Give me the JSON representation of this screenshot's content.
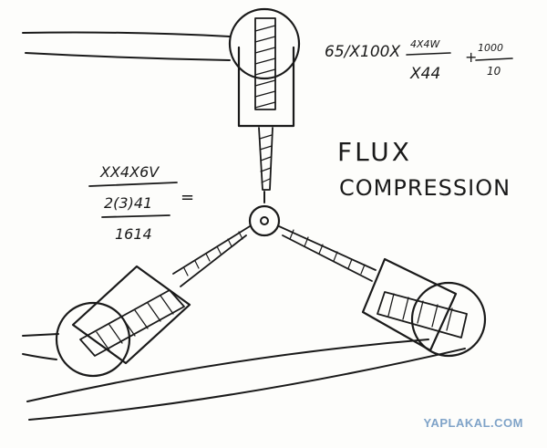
{
  "diagram": {
    "title_line1": "FLUX",
    "title_line2": "COMPRESSION",
    "formula_top": {
      "left": "65/X100X",
      "frac1_num": "4X4W",
      "frac1_den": "X44",
      "plus": "+",
      "frac2_num": "1000",
      "frac2_den": "10"
    },
    "formula_left": {
      "line1": "XX4X6V",
      "line2": "2(3)41",
      "equals": "=",
      "line3": "1614"
    }
  },
  "watermark": "YAPLAKAL.COM",
  "colors": {
    "ink": "#1a1a1a",
    "paper": "#fdfdfb",
    "watermark": "#7fa3c8"
  }
}
